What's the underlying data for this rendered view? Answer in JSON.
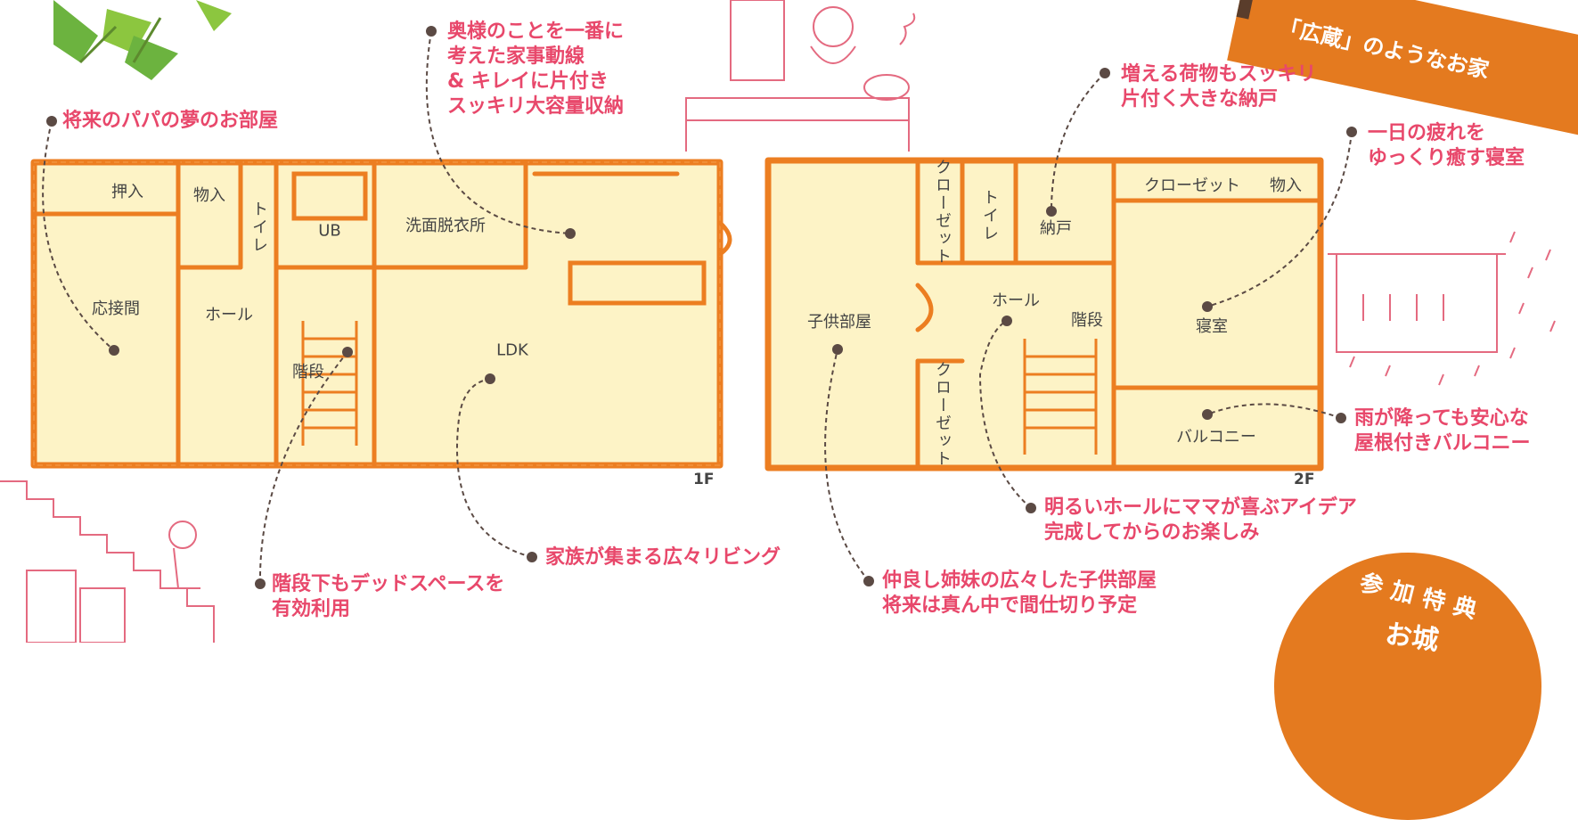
{
  "banner": {
    "text": "「広蔵」のようなお家"
  },
  "badge": {
    "title": "参加特典",
    "subtitle": "お城"
  },
  "floor_labels": {
    "first": "1F",
    "second": "2F"
  },
  "rooms_1f": {
    "oshiire": "押入",
    "monoire": "物入",
    "toilet": "トイレ",
    "ub": "UB",
    "senmen": "洗面脱衣所",
    "oseitsuma": "応接間",
    "hall": "ホール",
    "kaidan": "階段",
    "ldk": "LDK"
  },
  "rooms_2f": {
    "closet_top": "クローゼット",
    "toilet": "トイレ",
    "nando": "納戸",
    "closet_right": "クローゼット",
    "monoire": "物入",
    "kodomo": "子供部屋",
    "hall": "ホール",
    "kaidan": "階段",
    "shinshitsu": "寝室",
    "closet_bottom": "クローゼット",
    "balcony": "バルコニー"
  },
  "callouts": {
    "papa": [
      "将来のパパの夢のお部屋"
    ],
    "kaji": [
      "奥様のことを一番に",
      "考えた家事動線",
      "& キレイに片付き",
      "スッキリ大容量収納"
    ],
    "nando": [
      "増える荷物もスッキリ",
      "片付く大きな納戸"
    ],
    "shinshitsu": [
      "一日の疲れを",
      "ゆっくり癒す寝室"
    ],
    "balcony": [
      "雨が降っても安心な",
      "屋根付きバルコニー"
    ],
    "hall": [
      "明るいホールにママが喜ぶアイデア",
      "完成してからのお楽しみ"
    ],
    "living": [
      "家族が集まる広々リビング"
    ],
    "kaidan": [
      "階段下もデッドスペースを",
      "有効利用"
    ],
    "kodomo": [
      "仲良し姉妹の広々した子供部屋",
      "将来は真ん中で間仕切り予定"
    ]
  }
}
